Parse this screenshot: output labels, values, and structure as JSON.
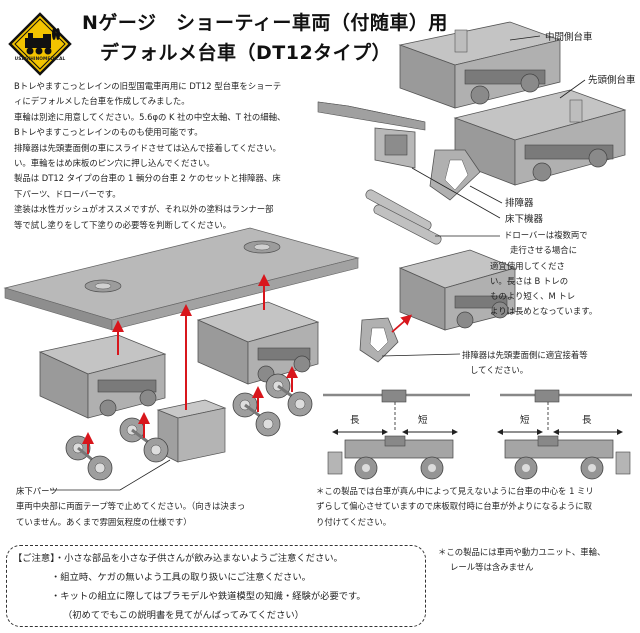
{
  "title": {
    "line1": "Nゲージ　ショーティー車両（付随車）用",
    "line2": "デフォルメ台車（DT12タイプ）"
  },
  "description": [
    "Bトレやますこっとレインの旧型国電車両用に DT12 型台車をショーテ",
    "ィにデフォルメした台車を作成してみました。",
    "車輪は別途に用意してください。5.6φの K 社の中空太軸、T 社の細軸、",
    "Bトレやますこっとレインのものも使用可能です。",
    "排障器は先頭妻面側の車にスライドさせては込んで接着してください。",
    "い。車輪をはめ床板のピン穴に押し込んでください。",
    "製品は DT12 タイプの台車の 1 輌分の台車 2 ケのセットと排障器、床",
    "下パーツ、ドローバーです。",
    "塗装は水性ガッシュがオススメですが、それ以外の塗料はランナー部",
    "等で試し塗りをして下塗りの必要等を判断してください。"
  ],
  "labels": {
    "middle_bogie": "中間側台車",
    "lead_bogie": "先頭側台車",
    "obstacle_deflector": "排障器",
    "underfloor_equipment": "床下機器",
    "drawbar_note": [
      "ドローバーは複数両で",
      "走行させる場合に",
      "適宜使用してくださ",
      "い。長さは B トレの",
      "ものより短く、M トレ",
      "よりは長めとなっています。"
    ],
    "deflector_note": [
      "排障器は先頭妻面側に適宜接着等",
      "してください。"
    ],
    "long": "長",
    "short": "短",
    "underfloor_parts_note": [
      "床下パーツ",
      "車両中央部に両面テープ等で止めてください。（向きは決まっ",
      "ていません。あくまで雰囲気程度の仕様です）"
    ],
    "center_note": [
      "＊この製品では台車が真ん中によって見えないように台車の中心を 1 ミリ",
      "ずらして偏心させていますので床板取付時に台車が外よりになるように取",
      "り付けてください。"
    ],
    "excluded_note": [
      "＊この製品には車両や動力ユニット、車輪、",
      "レール等は含みません"
    ]
  },
  "caution": {
    "line1": "【ご注意】・小さな部品を小さな子供さんが飲み込まないようご注意ください。",
    "line2": "・組立時、ケガの無いよう工具の取り扱いにご注意ください。",
    "line3": "・キットの組立に際してはプラモデルや鉄道模型の知識・経験が必要です。",
    "line4": "（初めてでもこの説明書を見てがんばってみてください）"
  },
  "logo": {
    "text": "USAGIHINOMEDICAL"
  },
  "colors": {
    "part_gray": "#a8a8a8",
    "part_dark": "#6e6e6e",
    "arrow_red": "#d8161c",
    "logo_yellow": "#f3c400"
  }
}
